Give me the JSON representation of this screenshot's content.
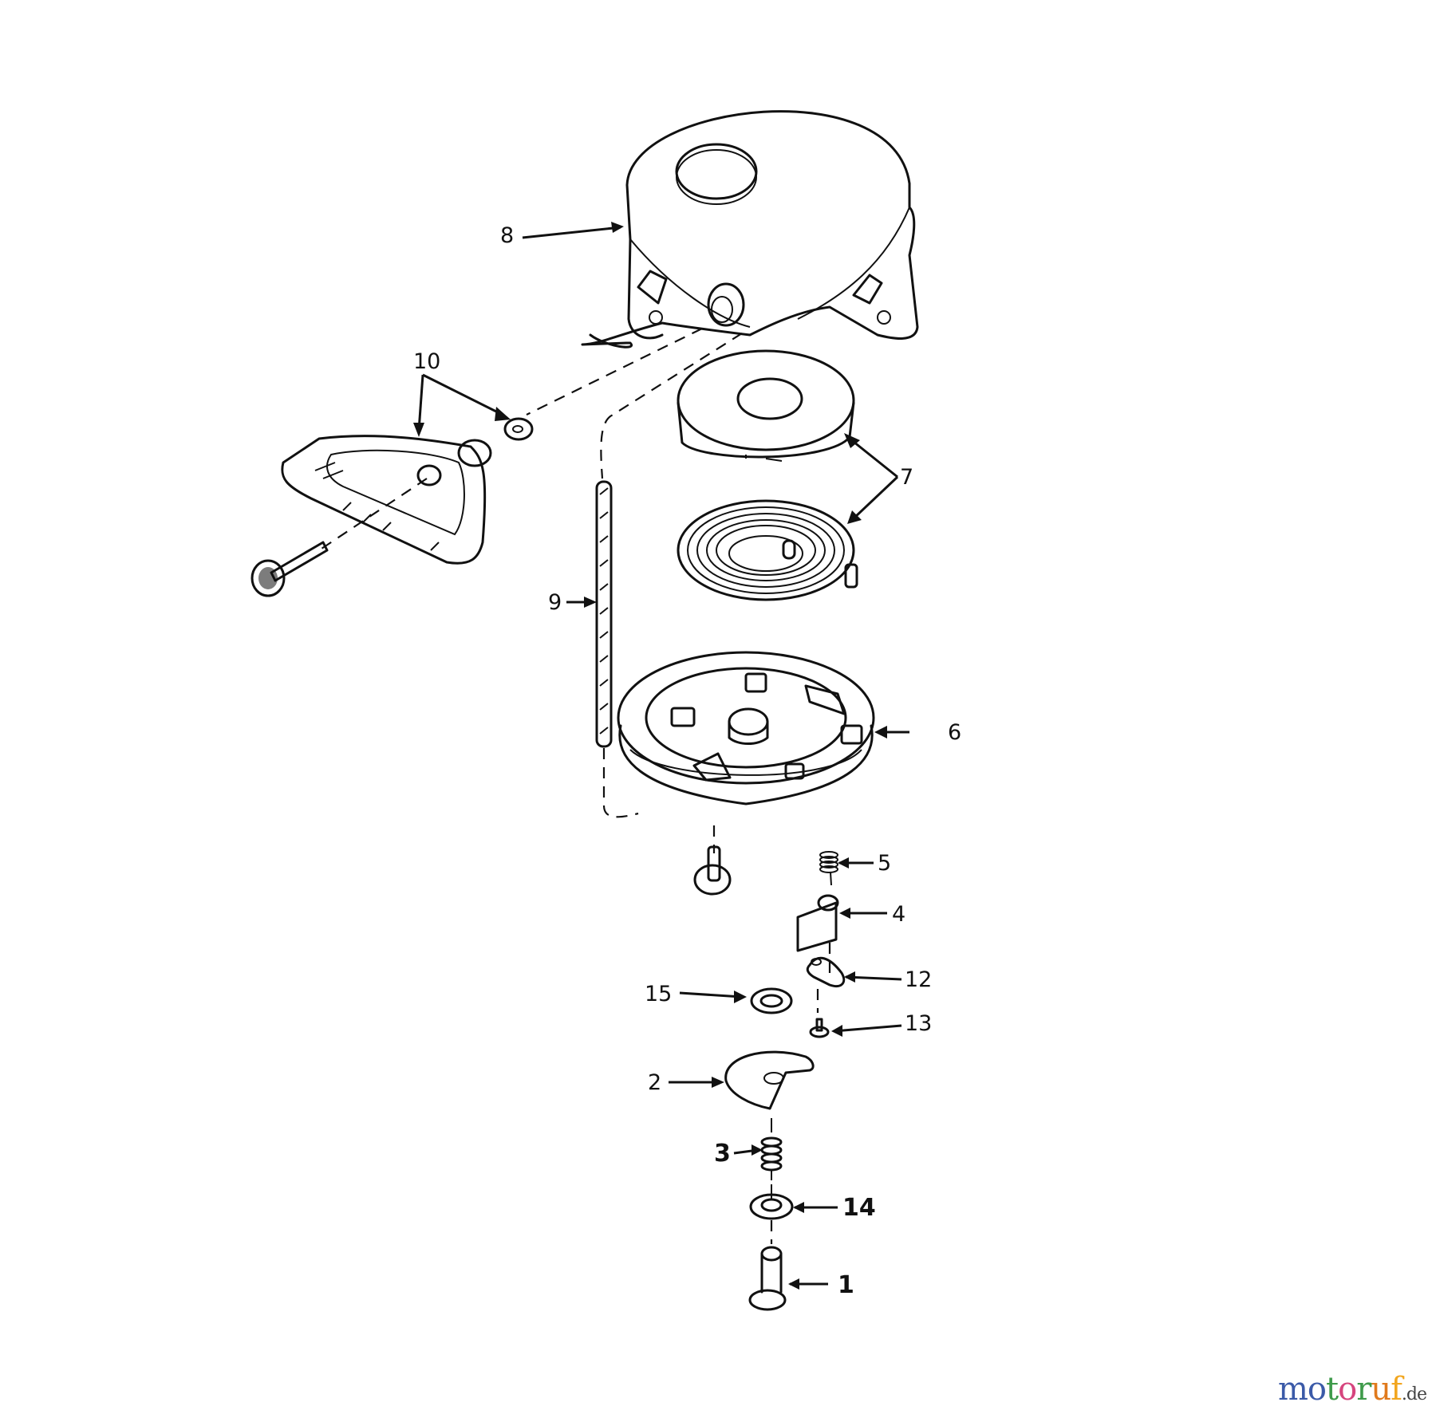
{
  "diagram": {
    "type": "exploded-parts-diagram",
    "subject": "Rewind starter assembly",
    "parts": [
      {
        "id": 1,
        "label": "1",
        "part": "pin / retainer shaft"
      },
      {
        "id": 2,
        "label": "2",
        "part": "pawl retainer plate"
      },
      {
        "id": 3,
        "label": "3",
        "part": "compression spring"
      },
      {
        "id": 4,
        "label": "4",
        "part": "pawl"
      },
      {
        "id": 5,
        "label": "5",
        "part": "pawl spring"
      },
      {
        "id": 6,
        "label": "6",
        "part": "pulley"
      },
      {
        "id": 7,
        "label": "7",
        "part": "spring cup and recoil spring"
      },
      {
        "id": 8,
        "label": "8",
        "part": "starter housing"
      },
      {
        "id": 9,
        "label": "9",
        "part": "starter rope"
      },
      {
        "id": 10,
        "label": "10",
        "part": "handle and rope guide washer"
      },
      {
        "id": 12,
        "label": "12",
        "part": "pawl link"
      },
      {
        "id": 13,
        "label": "13",
        "part": "screw"
      },
      {
        "id": 14,
        "label": "14",
        "part": "washer"
      },
      {
        "id": 15,
        "label": "15",
        "part": "washer"
      }
    ],
    "callouts": {
      "c1": "1",
      "c2": "2",
      "c3": "3",
      "c4": "4",
      "c5": "5",
      "c6": "6",
      "c7": "7",
      "c8": "8",
      "c9": "9",
      "c10": "10",
      "c12": "12",
      "c13": "13",
      "c14": "14",
      "c15": "15"
    }
  },
  "watermark": {
    "letters": [
      "m",
      "o",
      "t",
      "o",
      "r",
      "u",
      "f"
    ],
    "colors": [
      "#3b5aa8",
      "#3b5aa8",
      "#3e9a4a",
      "#d6457e",
      "#3e9a4a",
      "#e07a1d",
      "#f2a61f"
    ],
    "tld": ".de"
  }
}
